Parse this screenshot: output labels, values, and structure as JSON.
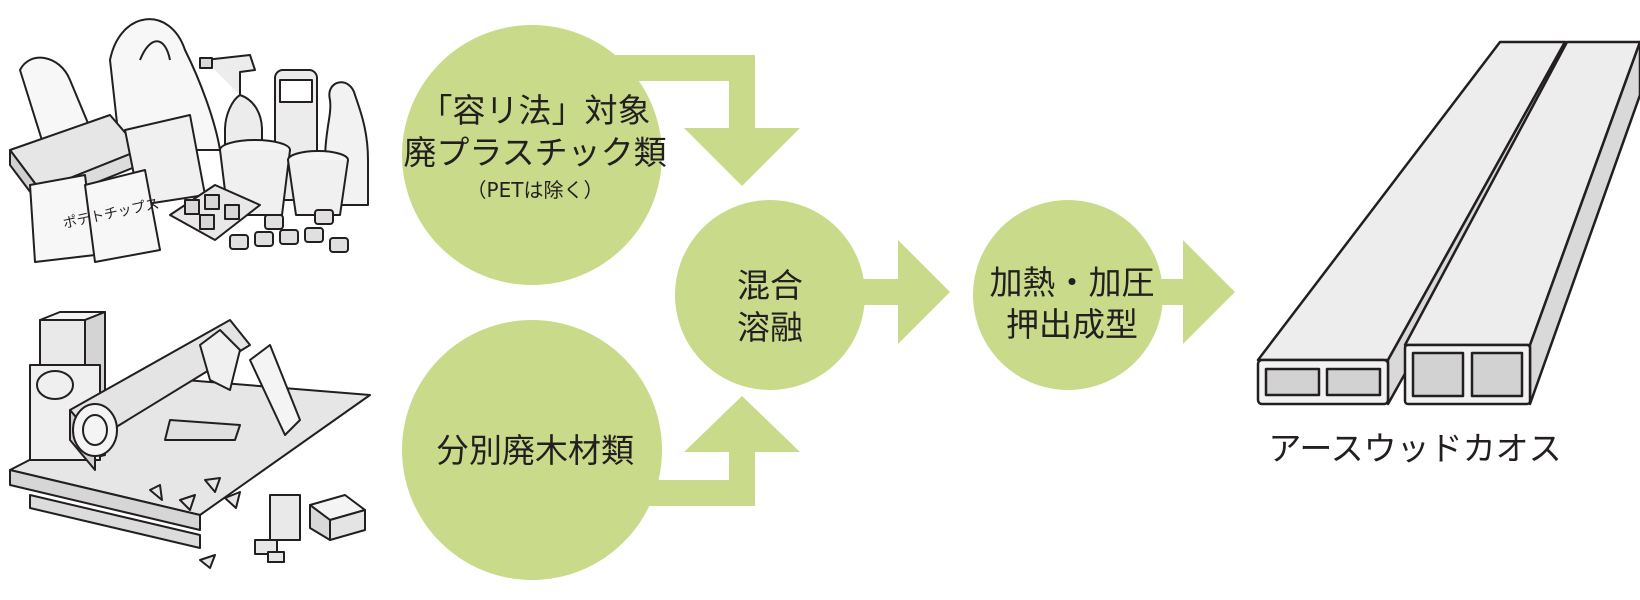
{
  "colors": {
    "circle_fill": "#c9db8a",
    "arrow_fill": "#c9db8a",
    "outline": "#231f20",
    "illustration_fill": "#e6e6e6"
  },
  "illustrations": {
    "plastic_waste": {
      "icon": "plastic-waste-illustration",
      "package_text": "ポテトチップス"
    },
    "wood_waste": {
      "icon": "wood-waste-illustration"
    },
    "product": {
      "icon": "hollow-profile-board-illustration"
    }
  },
  "nodes": {
    "plastic": {
      "line1": "「容リ法」対象",
      "line2": "廃プラスチック類",
      "note": "（PETは除く）"
    },
    "wood": {
      "label": "分別廃木材類"
    },
    "mix": {
      "line1": "混合",
      "line2": "溶融"
    },
    "process": {
      "line1": "加熱・加圧",
      "line2": "押出成型"
    }
  },
  "product": {
    "label": "アースウッドカオス"
  }
}
